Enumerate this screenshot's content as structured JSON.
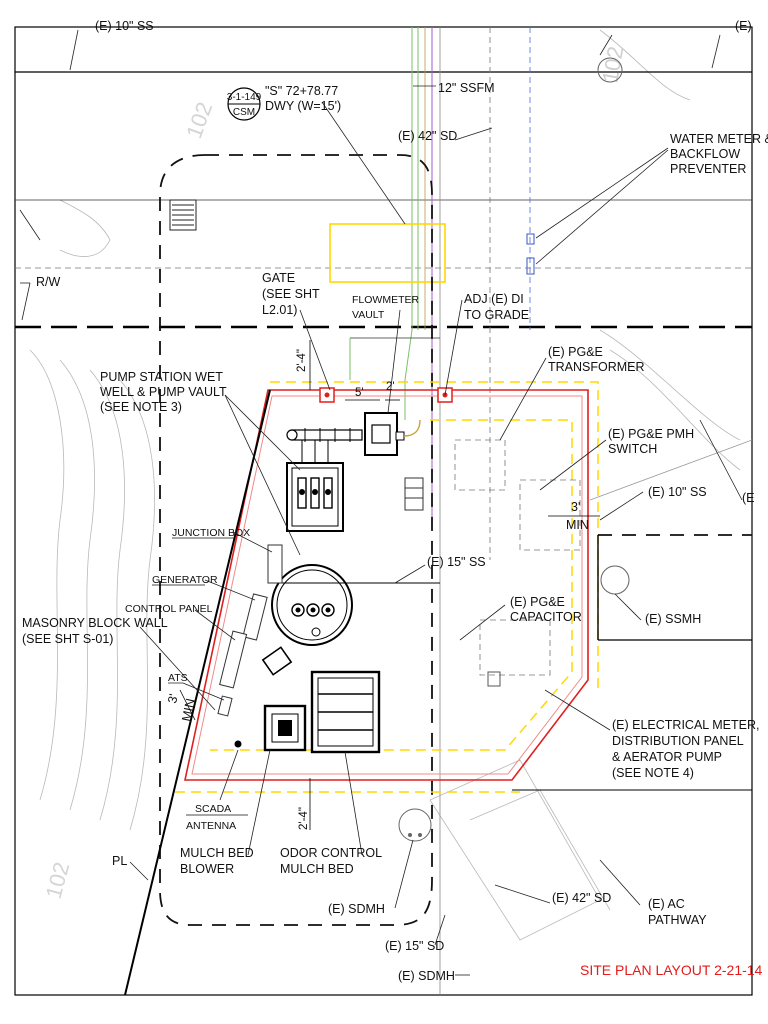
{
  "drawing": {
    "title": "SITE PLAN LAYOUT 2-21-14",
    "colors": {
      "title": "#e31b1b",
      "wall": "#e01f1f",
      "fence": "#ffd800",
      "water": "#79c267",
      "gas": "#a05bc8"
    }
  },
  "labels": {
    "top_left_ss": "(E) 10\" SS",
    "top_right_e": "(E)",
    "detail_num": "3-1-149",
    "detail_sheet": "CSM",
    "station": "\"S\" 72+78.77",
    "driveway": "DWY (W=15')",
    "ssfm": "12\" SSFM",
    "sd_42_top": "(E) 42\" SD",
    "water_meter": [
      "WATER METER &",
      "BACKFLOW",
      "PREVENTER"
    ],
    "rw": "R/W",
    "gate": [
      "GATE",
      "(SEE SHT",
      "L2.01)"
    ],
    "flowmeter": [
      "FLOWMETER",
      "VAULT"
    ],
    "adj_di": [
      "ADJ (E) DI",
      "TO GRADE"
    ],
    "pge_transformer": [
      "(E) PG&E",
      "TRANSFORMER"
    ],
    "pump_station": [
      "PUMP STATION WET",
      "WELL & PUMP VAULT",
      "(SEE NOTE 3)"
    ],
    "pge_pmh": [
      "(E) PG&E PMH",
      "SWITCH"
    ],
    "ss_10_right": "(E) 10\" SS",
    "edge_e_right": "(E",
    "junction_box": "JUNCTION BOX",
    "ss_15_mid": "(E) 15\" SS",
    "generator": "GENERATOR",
    "control_panel": "CONTROL PANEL",
    "pge_capacitor": [
      "(E) PG&E",
      "CAPACITOR"
    ],
    "ssmh": "(E) SSMH",
    "masonry": [
      "MASONRY BLOCK WALL",
      "(SEE SHT S-01)"
    ],
    "ats": "ATS",
    "electrical_meter": [
      "(E) ELECTRICAL METER,",
      "DISTRIBUTION PANEL",
      "& AERATOR PUMP",
      "(SEE NOTE 4)"
    ],
    "scada": [
      "SCADA",
      "ANTENNA"
    ],
    "mulch_blower": [
      "MULCH BED",
      "BLOWER"
    ],
    "odor_control": [
      "ODOR CONTROL",
      "MULCH BED"
    ],
    "pl": "PL",
    "sdmh_1": "(E) SDMH",
    "sd_42_bottom": "(E) 42\" SD",
    "ac_pathway": [
      "(E) AC",
      "PATHWAY"
    ],
    "sd_15": "(E) 15\" SD",
    "sdmh_2": "(E) SDMH"
  },
  "dimensions": {
    "d_2ft4_top": "2'-4\"",
    "d_5ft": "5'",
    "d_2ft": "2'",
    "d_3ft_min_right": [
      "3'",
      "MIN"
    ],
    "d_3ft_min_left": [
      "3'",
      "MIN"
    ],
    "d_2ft4_bottom": "2'-4\""
  },
  "faint_marks": {
    "contour_1": "102",
    "contour_2": "102",
    "contour_3": "102"
  }
}
